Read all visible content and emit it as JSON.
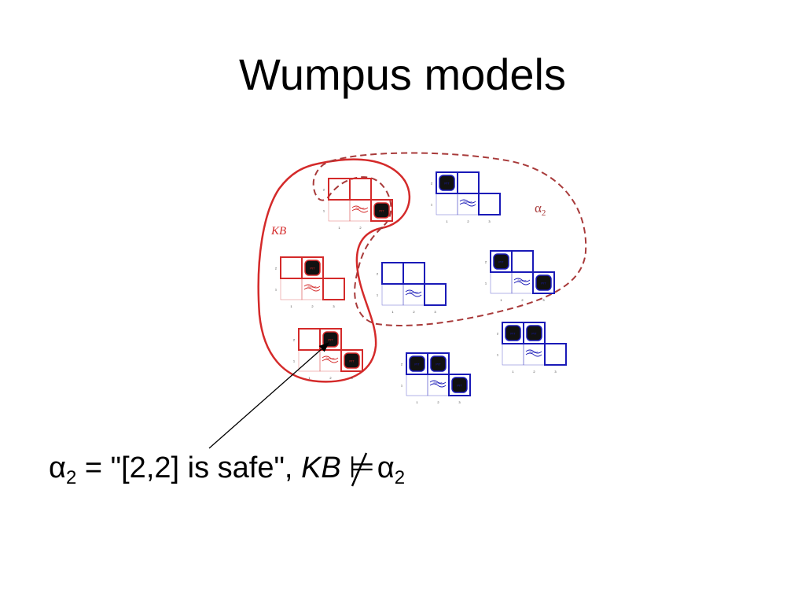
{
  "title": "Wumpus models",
  "diagram": {
    "kb_label": "KB",
    "alpha_label": "α",
    "alpha_sub": "2",
    "pit_label": "PIT",
    "breeze_label": "Breeze",
    "row_labels": [
      "2",
      "1"
    ],
    "col_labels": [
      "1",
      "2",
      "3"
    ],
    "colors": {
      "kb": "#d42a2a",
      "alpha": "#a83a3a",
      "model": "#1a1ab8",
      "pit_fill": "#111111"
    },
    "models": [
      {
        "id": "m1",
        "color": "red",
        "pits": [
          [
            3,
            1
          ]
        ]
      },
      {
        "id": "m2",
        "color": "red",
        "pits": [
          [
            2,
            2
          ]
        ]
      },
      {
        "id": "m3",
        "color": "red",
        "pits": [
          [
            2,
            2
          ],
          [
            3,
            1
          ]
        ]
      },
      {
        "id": "m4",
        "color": "blue",
        "pits": [
          [
            1,
            2
          ]
        ]
      },
      {
        "id": "m5",
        "color": "blue",
        "pits": []
      },
      {
        "id": "m6",
        "color": "blue",
        "pits": [
          [
            1,
            2
          ],
          [
            3,
            1
          ]
        ]
      },
      {
        "id": "m7",
        "color": "blue",
        "pits": [
          [
            1,
            2
          ],
          [
            2,
            2
          ]
        ]
      },
      {
        "id": "m8",
        "color": "blue",
        "pits": [
          [
            1,
            2
          ],
          [
            2,
            2
          ],
          [
            3,
            1
          ]
        ]
      }
    ]
  },
  "caption": {
    "alpha": "α",
    "alpha_sub": "2",
    "text": " = \"[2,2] is safe\", ",
    "kb": "KB",
    "entails": "⊨",
    "alpha2": "α",
    "alpha2_sub": "2"
  }
}
